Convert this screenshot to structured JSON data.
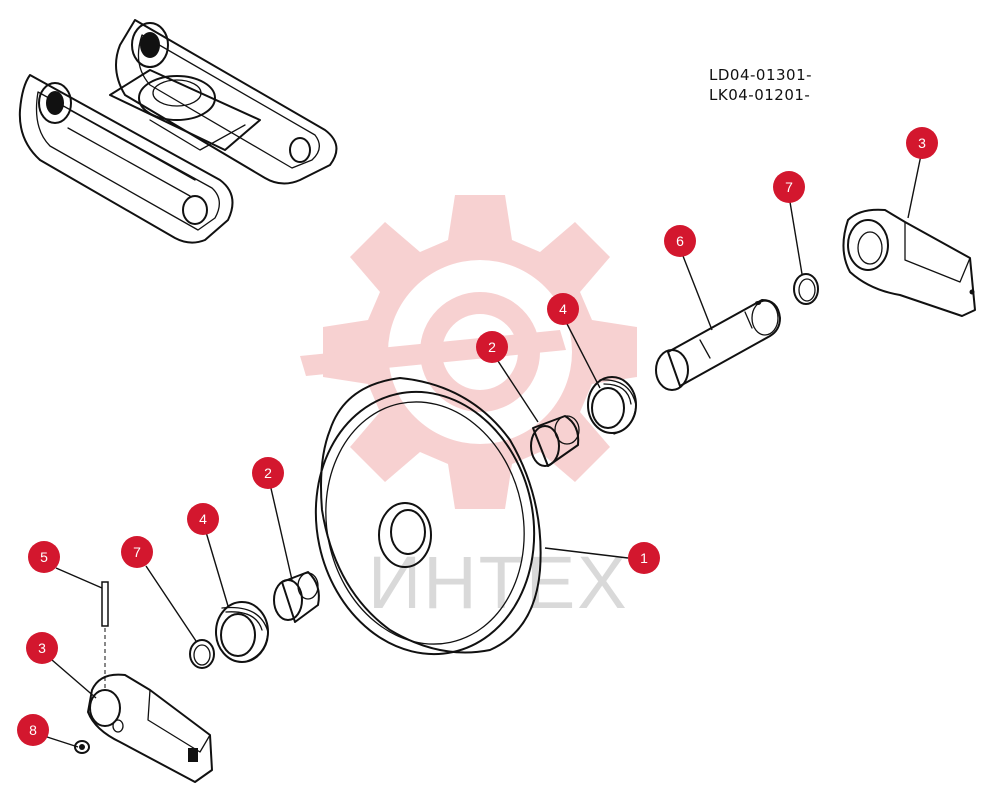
{
  "model_codes": [
    "LD04-01301-",
    "LK04-01201-"
  ],
  "watermark_text": "ИНТЕХ",
  "callouts": [
    {
      "n": "1"
    },
    {
      "n": "2"
    },
    {
      "n": "2"
    },
    {
      "n": "3"
    },
    {
      "n": "3"
    },
    {
      "n": "4"
    },
    {
      "n": "4"
    },
    {
      "n": "5"
    },
    {
      "n": "6"
    },
    {
      "n": "7"
    },
    {
      "n": "7"
    },
    {
      "n": "8"
    }
  ],
  "colors": {
    "callout": "#d3172e",
    "watermark_gear": "#f6c9c9",
    "ink": "#111111"
  }
}
